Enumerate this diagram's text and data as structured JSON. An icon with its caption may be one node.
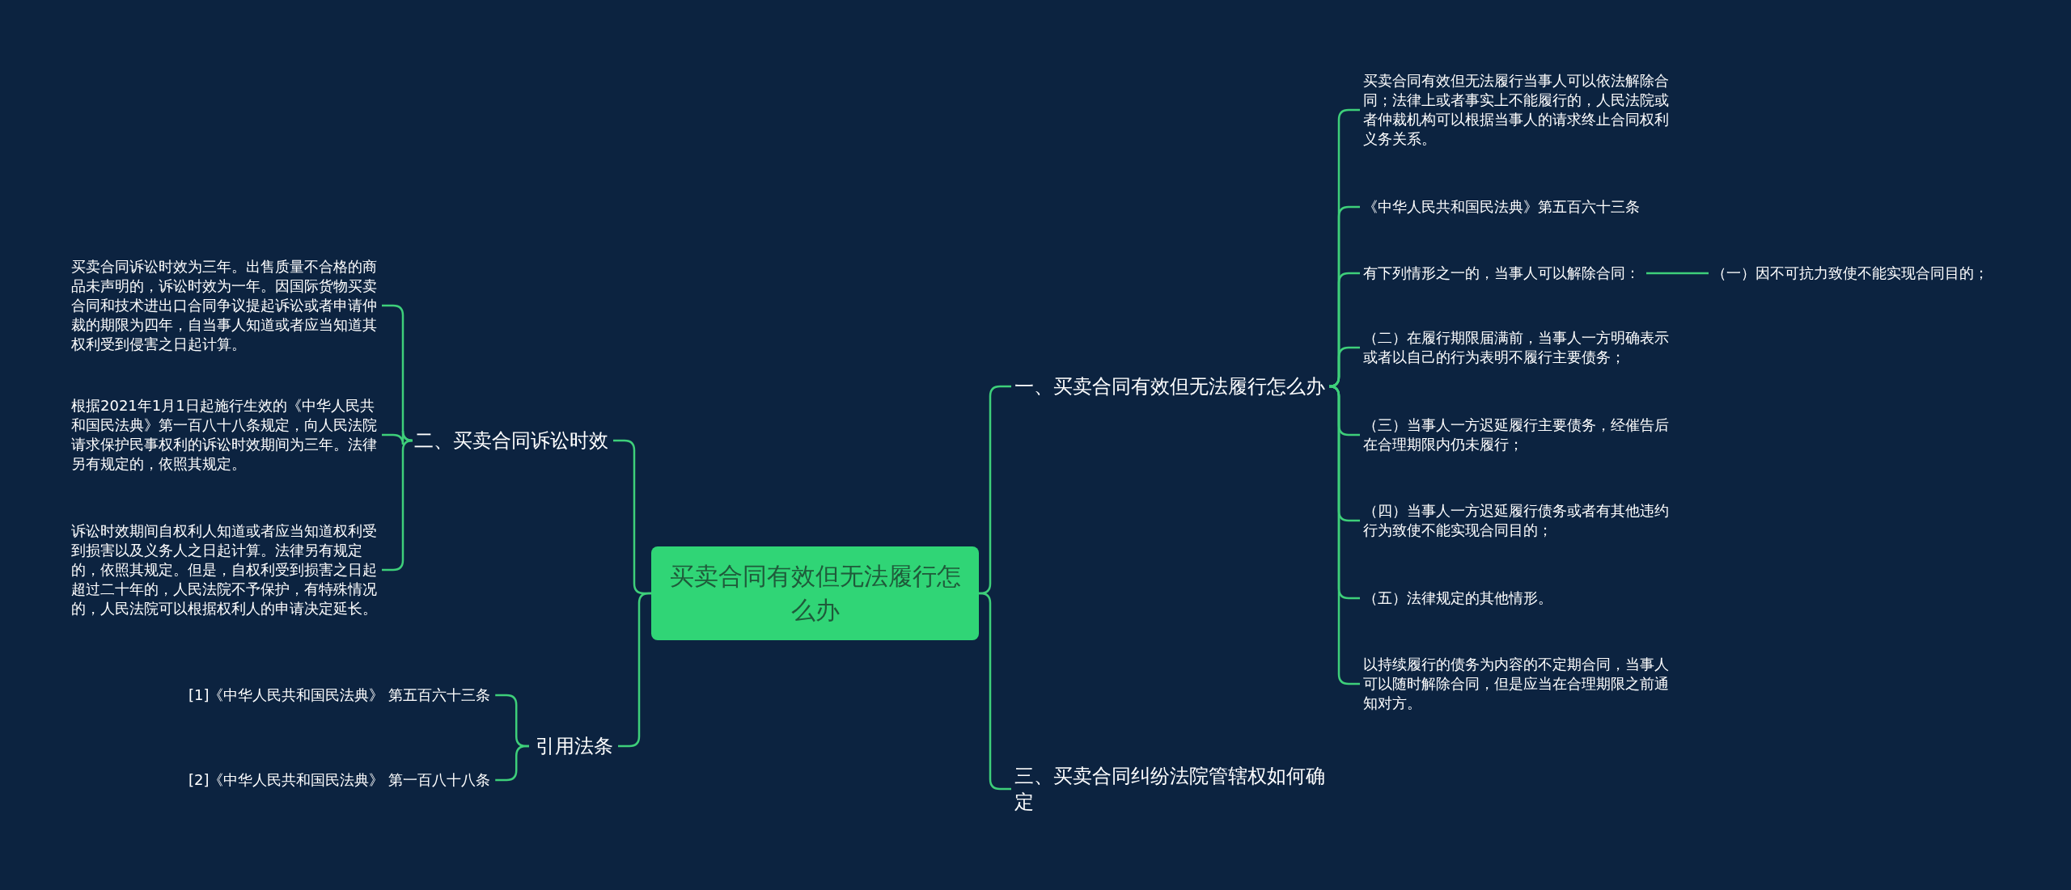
{
  "diagram": {
    "nodes": [
      {
        "text": [
          "买卖合同有效但无法履行怎么办"
        ]
      },
      {
        "text": [
          "一、买卖合同有效但无法履行怎么办"
        ]
      },
      {
        "text": [
          "三、买卖合同纠纷法院管辖权如何确定"
        ]
      },
      {
        "text": [
          "二、买卖合同诉讼时效"
        ]
      },
      {
        "text": [
          "引用法条"
        ]
      },
      {
        "text": [
          "买卖合同有效但无法履行当事人可以依法解除合同；法律上或者事实上不能履行的，人民法院或者仲裁机构可以根据当事人的请求终止合同权利义务关系。"
        ]
      },
      {
        "text": [
          "《中华人民共和国民法典》第五百六十三条"
        ]
      },
      {
        "text": [
          "有下列情形之一的，当事人可以解除合同："
        ]
      },
      {
        "text": [
          "（一）因不可抗力致使不能实现合同目的；"
        ]
      },
      {
        "text": [
          "（二）在履行期限届满前，当事人一方明确表示或者以自己的行为表明不履行主要债务；"
        ]
      },
      {
        "text": [
          "（三）当事人一方迟延履行主要债务，经催告后在合理期限内仍未履行；"
        ]
      },
      {
        "text": [
          "（四）当事人一方迟延履行债务或者有其他违约行为致使不能实现合同目的；"
        ]
      },
      {
        "text": [
          "（五）法律规定的其他情形。"
        ]
      },
      {
        "text": [
          "以持续履行的债务为内容的不定期合同，当事人可以随时解除合同，但是应当在合理期限之前通知对方。"
        ]
      },
      {
        "text": [
          "买卖合同诉讼时效为三年。出售质量不合格的商品未声明的，诉讼时效为一年。因国际货物买卖合同和技术进出口合同争议提起诉讼或者申请仲裁的期限为四年，自当事人知道或者应当知道其权利受到侵害之日起计算。"
        ]
      },
      {
        "text": [
          "根据2021年1月1日起施行生效的《中华人民共和国民法典》第一百八十八条规定，向人民法院请求保护民事权利的诉讼时效期间为三年。法律另有规定的，依照其规定。"
        ]
      },
      {
        "text": [
          "诉讼时效期间自权利人知道或者应当知道权利受到损害以及义务人之日起计算。法律另有规定的，依照其规定。但是，自权利受到损害之日起超过二十年的，人民法院不予保护，有特殊情况的，人民法院可以根据权利人的申请决定延长。"
        ]
      },
      {
        "text": [
          "[1]《中华人民共和国民法典》 第五百六十三条"
        ]
      },
      {
        "text": [
          "[2]《中华人民共和国民法典》 第一百八十八条"
        ]
      }
    ],
    "edges": [
      {
        "from": 0,
        "to": 1,
        "arrow": "none"
      },
      {
        "from": 0,
        "to": 2,
        "arrow": "none"
      },
      {
        "from": 0,
        "to": 3,
        "arrow": "none"
      },
      {
        "from": 0,
        "to": 4,
        "arrow": "none"
      },
      {
        "from": 1,
        "to": 5,
        "arrow": "none"
      },
      {
        "from": 1,
        "to": 6,
        "arrow": "none"
      },
      {
        "from": 1,
        "to": 7,
        "arrow": "none"
      },
      {
        "from": 7,
        "to": 8,
        "arrow": "none"
      },
      {
        "from": 1,
        "to": 9,
        "arrow": "none"
      },
      {
        "from": 1,
        "to": 10,
        "arrow": "none"
      },
      {
        "from": 1,
        "to": 11,
        "arrow": "none"
      },
      {
        "from": 1,
        "to": 12,
        "arrow": "none"
      },
      {
        "from": 1,
        "to": 13,
        "arrow": "none"
      },
      {
        "from": 3,
        "to": 14,
        "arrow": "none"
      },
      {
        "from": 3,
        "to": 15,
        "arrow": "none"
      },
      {
        "from": 3,
        "to": 16,
        "arrow": "none"
      },
      {
        "from": 4,
        "to": 17,
        "arrow": "none"
      },
      {
        "from": 4,
        "to": 18,
        "arrow": "none"
      }
    ]
  }
}
